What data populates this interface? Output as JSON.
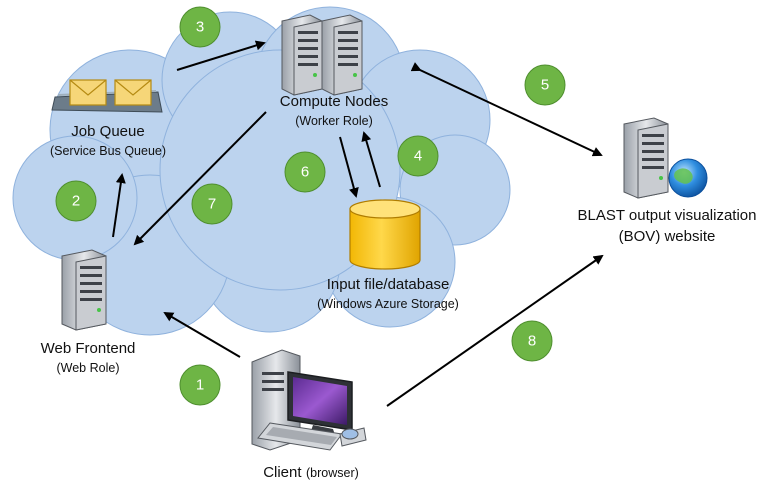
{
  "colors": {
    "cloud_fill": "#bcd3ee",
    "cloud_stroke": "#8fb2dd",
    "badge_fill": "#6eb545",
    "badge_stroke": "#4f8f2f",
    "arrow": "#000000",
    "database": "#f4c20d"
  },
  "icons": {
    "job_queue": "envelope-queue-icon",
    "compute_nodes": "server-rack-icon",
    "web_frontend": "server-icon",
    "bov_website": "web-server-globe-icon",
    "storage": "database-cylinder-icon",
    "client": "desktop-computer-icon"
  },
  "nodes": {
    "job_queue": {
      "title": "Job Queue",
      "subtitle": "(Service Bus Queue)"
    },
    "compute_nodes": {
      "title": "Compute Nodes",
      "subtitle": "(Worker Role)"
    },
    "web_frontend": {
      "title": "Web Frontend",
      "subtitle": "(Web Role)"
    },
    "storage": {
      "title": "Input file/database",
      "subtitle": "(Windows Azure Storage)"
    },
    "bov": {
      "title": "BLAST output visualization",
      "subtitle": "(BOV) website"
    },
    "client": {
      "title": "Client",
      "subtitle": "(browser)"
    }
  },
  "steps": [
    "1",
    "2",
    "3",
    "4",
    "5",
    "6",
    "7",
    "8"
  ]
}
